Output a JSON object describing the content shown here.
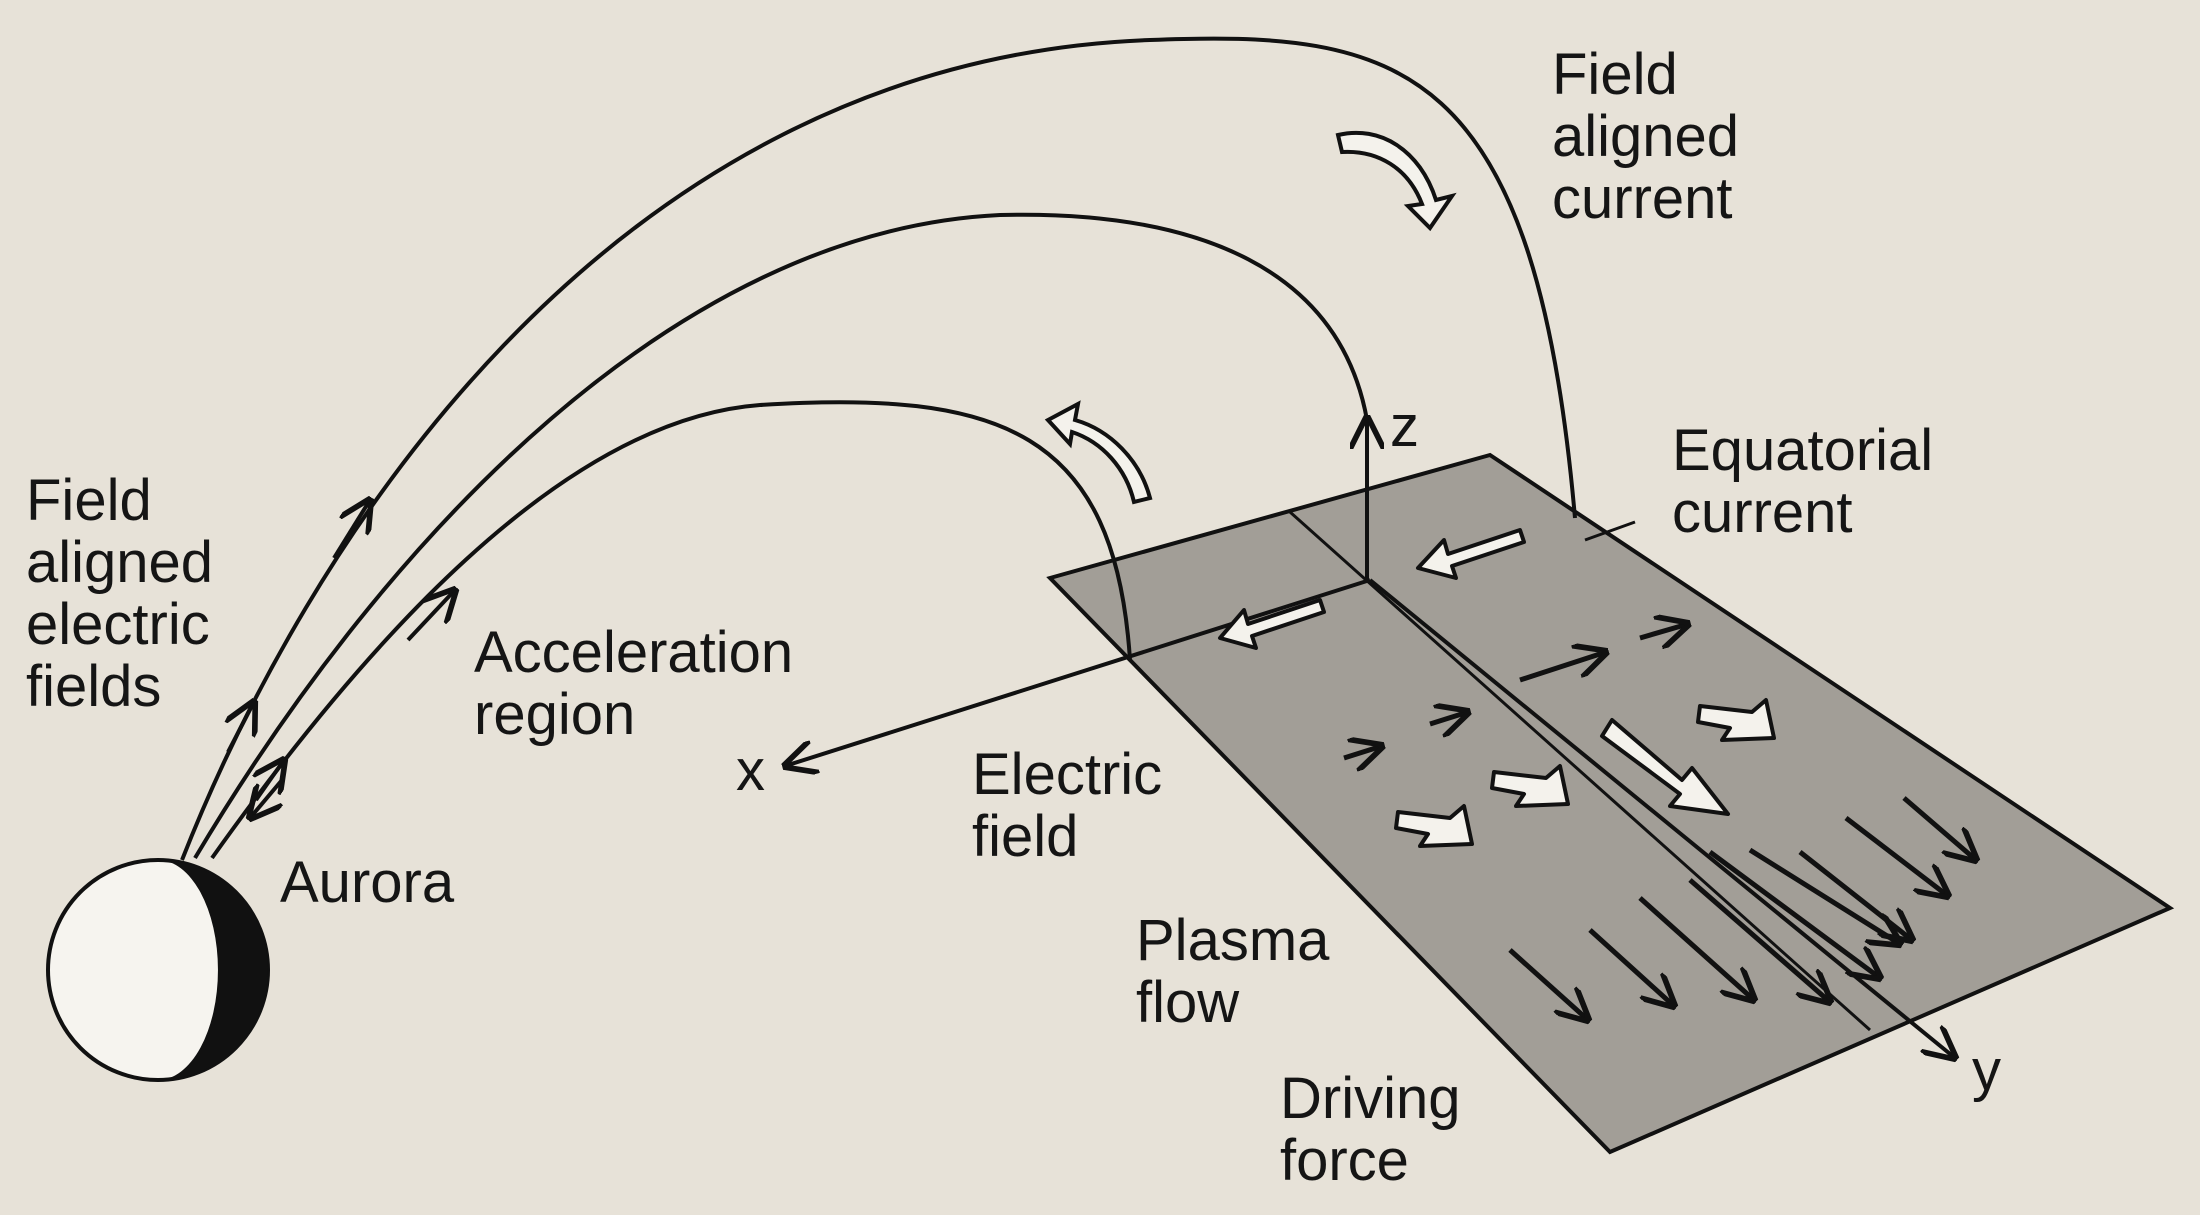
{
  "labels": {
    "field_aligned_current": "Field\naligned\ncurrent",
    "field_aligned_electric_fields": "Field\naligned\nelectric\nfields",
    "acceleration_region": "Acceleration\nregion",
    "aurora": "Aurora",
    "equatorial_current": "Equatorial\ncurrent",
    "electric_field": "Electric\nfield",
    "plasma_flow": "Plasma\nflow",
    "driving_force": "Driving\nforce",
    "axis_x": "x",
    "axis_y": "y",
    "axis_z": "z"
  },
  "colors": {
    "background": "#e7e2d8",
    "plane": "#a29e97",
    "ink": "#111111",
    "hollow_arrow_fill": "#f4f2ec"
  }
}
